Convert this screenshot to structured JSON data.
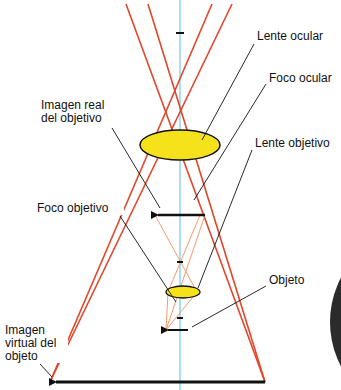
{
  "diagram": {
    "labels": [
      "Lente ocular",
      "Foco ocular",
      "Imagen real del objetivo",
      "Lente objetivo",
      "Foco objetivo",
      "Objeto",
      "Imagen virtual del objeto"
    ]
  }
}
